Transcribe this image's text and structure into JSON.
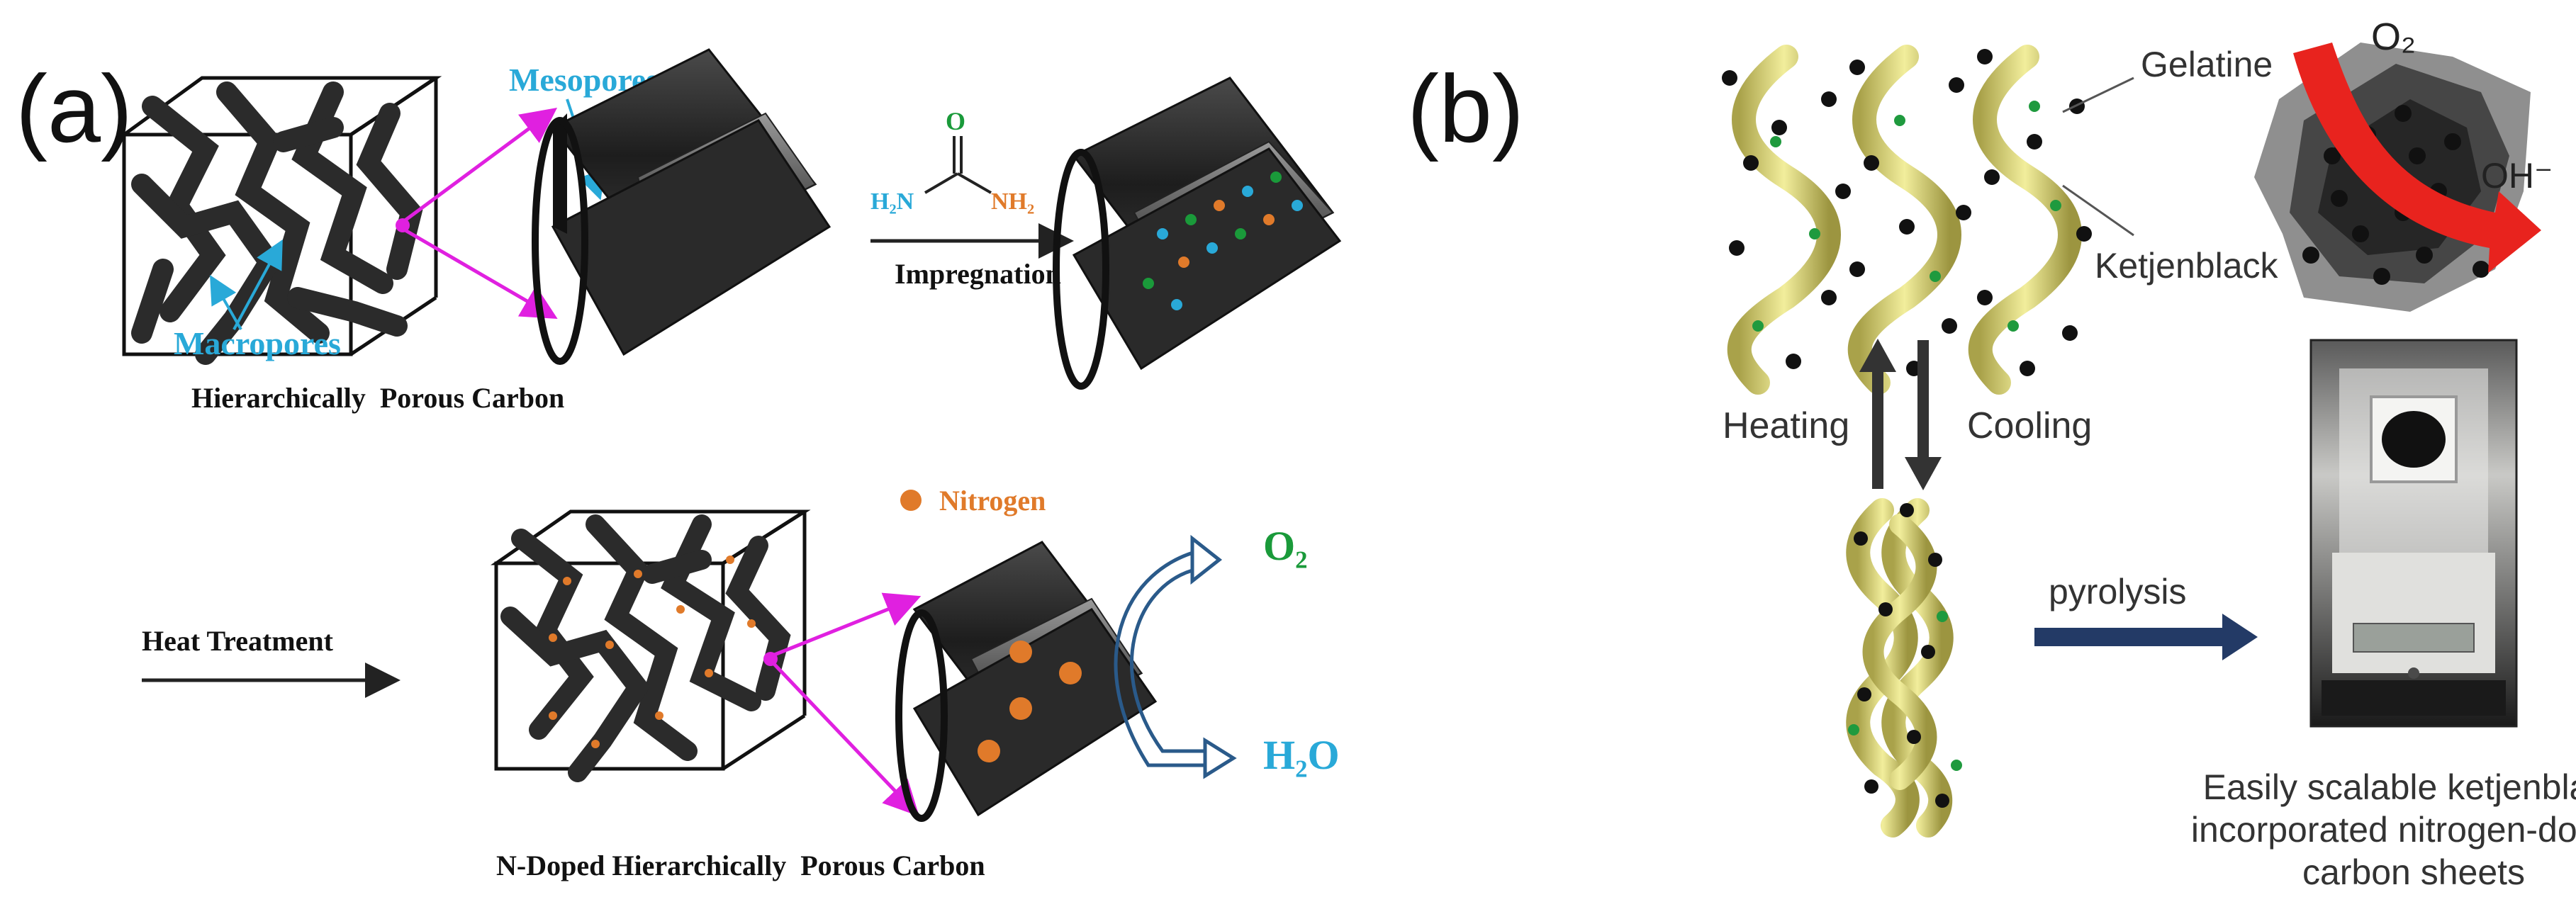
{
  "panel_a": {
    "label": "(a)",
    "mesopores": "Mesopores",
    "macropores": "Macropores",
    "hpc_caption": "Hierarchically  Porous Carbon",
    "urea_h2n": "H₂N",
    "urea_nh2": "NH₂",
    "urea_o": "O",
    "impregnation": "Impregnation",
    "heat_treatment": "Heat Treatment",
    "nitrogen": "Nitrogen",
    "o2": "O₂",
    "h2o": "H₂O",
    "ndoped_caption": "N-Doped Hierarchically  Porous Carbon"
  },
  "panel_b": {
    "label": "(b)",
    "gelatine": "Gelatine",
    "ketjenblack": "Ketjenblack",
    "heating": "Heating",
    "cooling": "Cooling",
    "pyrolysis": "pyrolysis",
    "o2": "O₂",
    "oh": "OH⁻",
    "caption_1": "Easily scalable ketjenblack",
    "caption_2": "incorporated nitrogen-doped",
    "caption_3": "carbon sheets"
  },
  "colors": {
    "magenta": "#e020e0",
    "cyan_label": "#29a9d8",
    "green_o2": "#1a9a3a",
    "orange_n": "#e07a2a",
    "navy_arrow": "#233a66",
    "red_arrow": "#e8231e",
    "dark_carbon": "#2b2b2b"
  }
}
